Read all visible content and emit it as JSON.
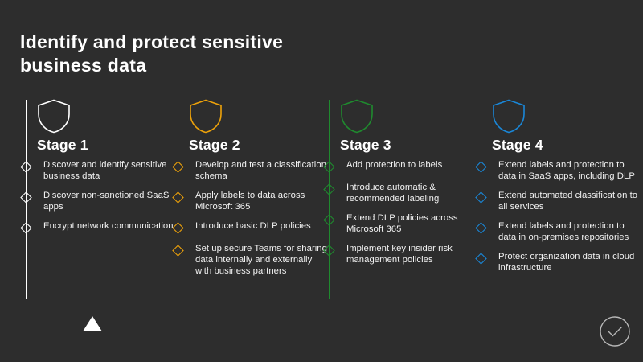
{
  "slide": {
    "title": "Identify and protect sensitive business data",
    "background_color": "#2d2d2d",
    "text_color": "#f2f2f2"
  },
  "columns": [
    {
      "stage_label": "Stage 1",
      "accent_color": "#ffffff",
      "shield_icon": "shield-icon",
      "bullets": [
        "Discover and identify sensitive business data",
        "Discover non-sanctioned SaaS apps",
        "Encrypt network communication"
      ]
    },
    {
      "stage_label": "Stage 2",
      "accent_color": "#eda20a",
      "shield_icon": "shield-icon",
      "bullets": [
        "Develop and test a classification schema",
        "Apply labels to data across Microsoft 365",
        "Introduce basic DLP policies",
        "Set up secure Teams for sharing data internally and externally with business partners"
      ]
    },
    {
      "stage_label": "Stage 3",
      "accent_color": "#1f8a2e",
      "shield_icon": "shield-icon",
      "bullets": [
        "Add protection to labels",
        "Introduce automatic & recommended labeling",
        "Extend DLP policies across Microsoft 365",
        "Implement key insider risk management policies"
      ]
    },
    {
      "stage_label": "Stage 4",
      "accent_color": "#1a87d8",
      "shield_icon": "shield-icon",
      "bullets": [
        "Extend labels and protection to data in SaaS apps, including DLP",
        "Extend automated classification to all services",
        "Extend labels and protection to data in on-premises repositories",
        "Protect organization data in cloud infrastructure"
      ]
    }
  ],
  "footer": {
    "start_marker_icon": "triangle-marker-icon",
    "end_marker_icon": "check-circle-icon",
    "line_color": "#b8b8b8"
  }
}
